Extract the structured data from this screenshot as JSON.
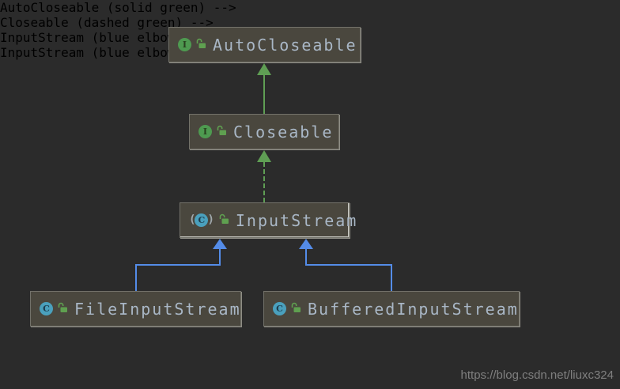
{
  "diagram": {
    "title": "java-io-inputstream-class-hierarchy",
    "nodes": [
      {
        "label": "AutoCloseable",
        "kind": "interface",
        "visibility": "public"
      },
      {
        "label": "Closeable",
        "kind": "interface",
        "visibility": "public"
      },
      {
        "label": "InputStream",
        "kind": "abstract-class",
        "visibility": "public"
      },
      {
        "label": "FileInputStream",
        "kind": "class",
        "visibility": "public"
      },
      {
        "label": "BufferedInputStream",
        "kind": "class",
        "visibility": "public"
      }
    ],
    "edges": [
      {
        "from": "Closeable",
        "to": "AutoCloseable",
        "relation": "extends",
        "style": "solid",
        "color": "#5f9e54"
      },
      {
        "from": "InputStream",
        "to": "Closeable",
        "relation": "implements",
        "style": "dashed",
        "color": "#5f9e54"
      },
      {
        "from": "FileInputStream",
        "to": "InputStream",
        "relation": "extends",
        "style": "solid",
        "color": "#548ce8"
      },
      {
        "from": "BufferedInputStream",
        "to": "InputStream",
        "relation": "extends",
        "style": "solid",
        "color": "#548ce8"
      }
    ],
    "icons": {
      "interface_letter": "I",
      "class_letter": "C",
      "abstract_paren_open": "(",
      "abstract_paren_close": ")"
    },
    "colors": {
      "background": "#2b2b2b",
      "node_fill": "#4a473e",
      "node_border": "#73726a",
      "node_text": "#a9b7c6",
      "extends_interface_arrow": "#5f9e54",
      "extends_class_arrow": "#548ce8",
      "interface_icon": "#4e9a50",
      "class_icon": "#4aa0bd",
      "lock_icon": "#5fa050"
    }
  },
  "watermark": {
    "text": "https://blog.csdn.net/liuxc324"
  }
}
